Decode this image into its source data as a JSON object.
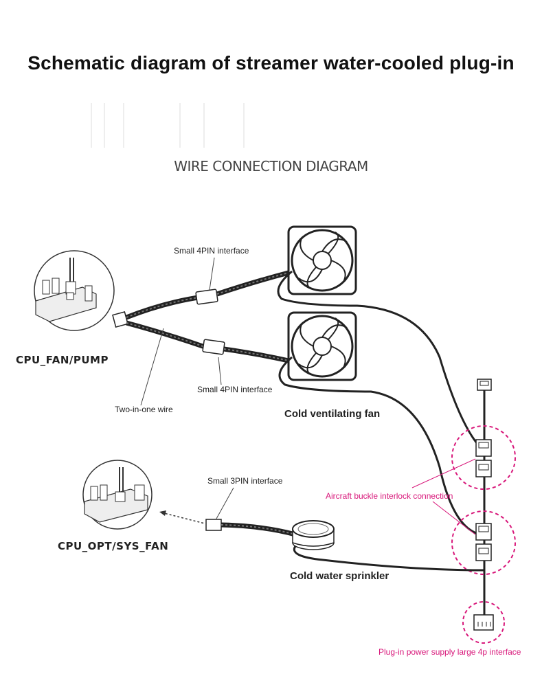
{
  "title": "Schematic diagram of streamer water-cooled plug-in",
  "subtitle": "WIRE CONNECTION DIAGRAM",
  "labels": {
    "small_4pin_top": "Small 4PIN interface",
    "small_4pin_bottom": "Small 4PIN interface",
    "cpu_fan_pump": "CPU_FAN/PUMP",
    "two_in_one": "Two-in-one wire",
    "cold_fan": "Cold ventilating fan",
    "small_3pin": "Small 3PIN interface",
    "cpu_opt_sys": "CPU_OPT/SYS_FAN",
    "cold_water": "Cold water sprinkler",
    "aircraft_buckle": "Aircraft buckle interlock connection",
    "plug_in_power": "Plug-in power supply large 4p interface"
  },
  "colors": {
    "pink": "#d8177a",
    "wire": "#222222"
  }
}
